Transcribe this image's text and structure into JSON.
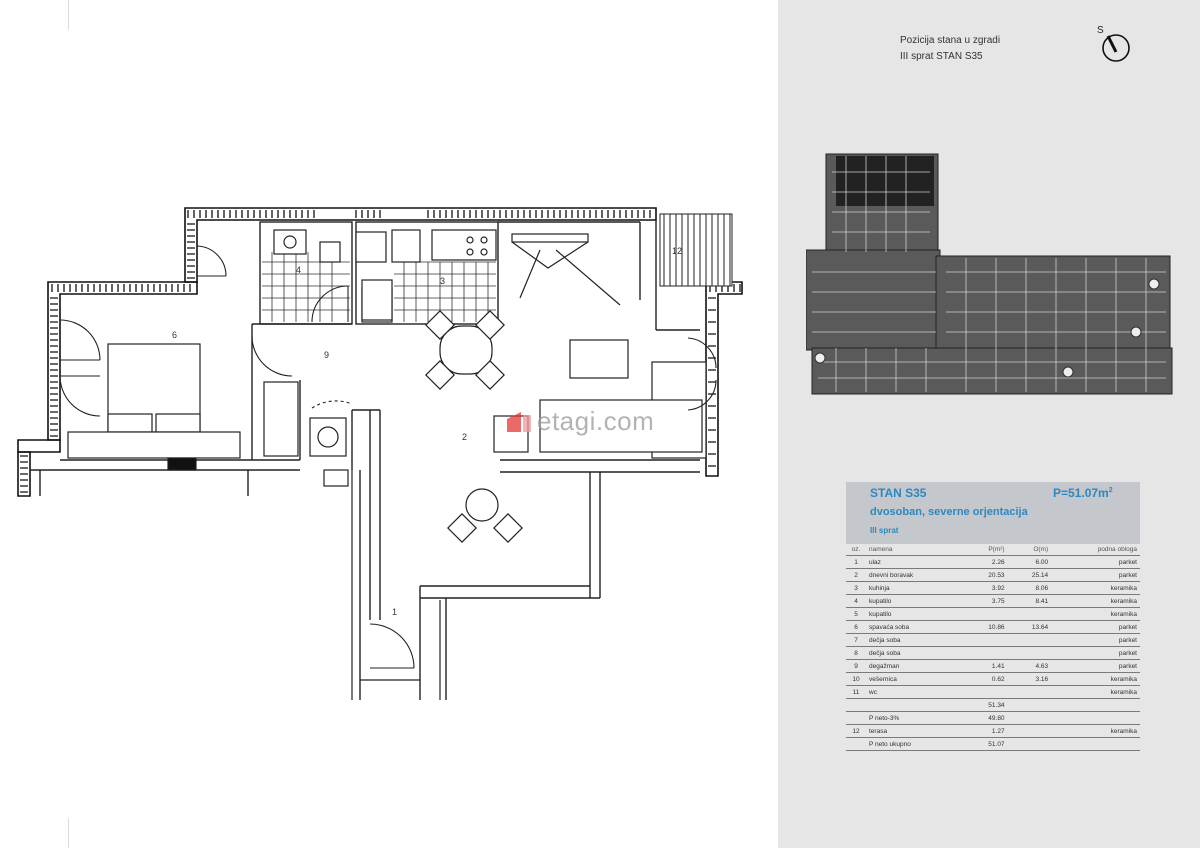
{
  "position": {
    "line1": "Pozicija stana u zgradi",
    "line2": "III sprat  STAN   S35"
  },
  "compass": {
    "label": "S"
  },
  "watermark": {
    "text": "etagi.com",
    "brand_color": "#e53935"
  },
  "plan": {
    "room_labels": [
      "1",
      "2",
      "3",
      "4",
      "6",
      "9",
      "12"
    ]
  },
  "unit": {
    "name": "STAN S35",
    "area": "P=51.07m",
    "area_sup": "2",
    "description": "dvosoban, severne orjentacija",
    "floor": "III sprat",
    "accent_color": "#2e88c0"
  },
  "table": {
    "headers": [
      "oz.",
      "namena",
      "P(m²)",
      "O(m)",
      "podna obloga"
    ],
    "rows": [
      [
        "1",
        "ulaz",
        "2.26",
        "6.00",
        "parket"
      ],
      [
        "2",
        "dnevni boravak",
        "20.53",
        "25.14",
        "parket"
      ],
      [
        "3",
        "kuhinja",
        "3.92",
        "8.06",
        "keramika"
      ],
      [
        "4",
        "kupatilo",
        "3.75",
        "8.41",
        "keramika"
      ],
      [
        "5",
        "kupatilo",
        "",
        "",
        "keramika"
      ],
      [
        "6",
        "spavaća soba",
        "10.86",
        "13.64",
        "parket"
      ],
      [
        "7",
        "dečja soba",
        "",
        "",
        "parket"
      ],
      [
        "8",
        "dečja soba",
        "",
        "",
        "parket"
      ],
      [
        "9",
        "degažman",
        "1.41",
        "4.63",
        "parket"
      ],
      [
        "10",
        "vešernica",
        "0.62",
        "3.16",
        "keramika"
      ],
      [
        "11",
        "wc",
        "",
        "",
        "keramika"
      ]
    ],
    "subtotal": "51.34",
    "neto_label": "P neto-3%",
    "neto_value": "49.80",
    "terrace": [
      "12",
      "terasa",
      "1.27",
      "",
      "keramika"
    ],
    "total_label": "P neto ukupno",
    "total_value": "51.07"
  }
}
